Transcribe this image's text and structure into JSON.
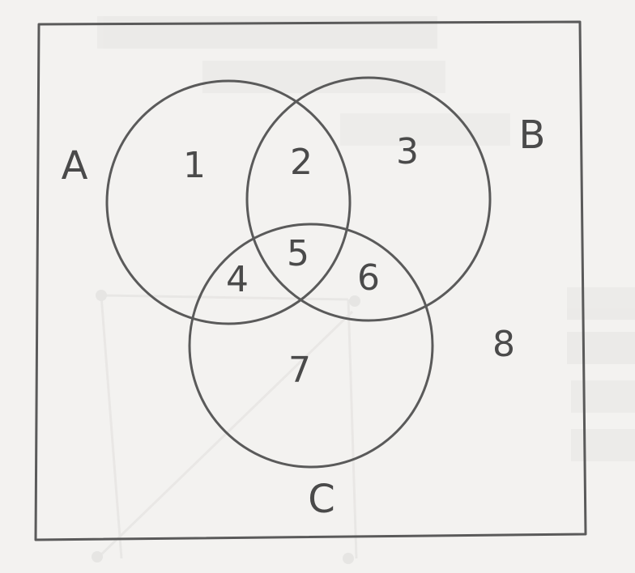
{
  "sets": [
    {
      "key": "a",
      "label": "A"
    },
    {
      "key": "b",
      "label": "B"
    },
    {
      "key": "c",
      "label": "C"
    }
  ],
  "regions": {
    "r1": "1",
    "r2": "2",
    "r3": "3",
    "r4": "4",
    "r5": "5",
    "r6": "6",
    "r7": "7",
    "r8": "8"
  },
  "colors": {
    "paper": "#f3f2f0",
    "ink": "#5a5a5a"
  }
}
